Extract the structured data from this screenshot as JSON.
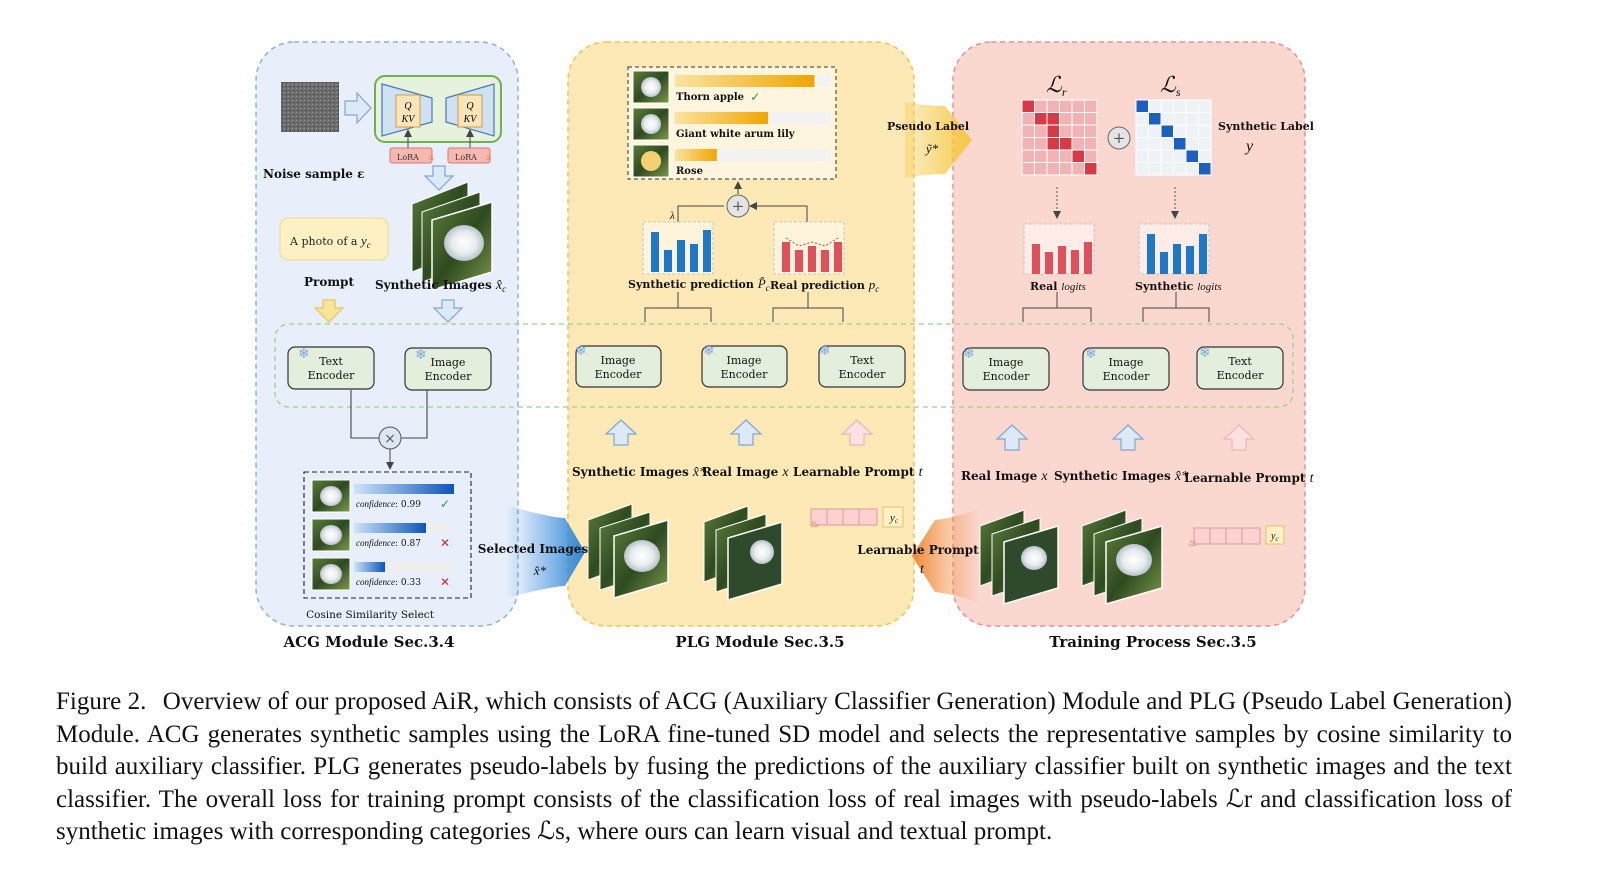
{
  "colors": {
    "acg_panel": "#e8effa",
    "acg_border": "#8fb0d8",
    "plg_panel": "#fde9b6",
    "plg_border": "#f0c44a",
    "train_panel": "#fad8cf",
    "train_border": "#e89090",
    "encoder_fill": "#e4eedd",
    "encoder_border": "#333333",
    "lora_green": "#8fc37a",
    "blue_arrow": "#2e86d8",
    "orange_arrow": "#f08a3a",
    "real_bar": "#e0505b",
    "syn_bar": "#1e78c8",
    "conf_bar": "#1060c0",
    "lr_matrix": "#d83a45",
    "ls_matrix": "#1c5fc0"
  },
  "acg": {
    "title": "ACG Module Sec.3.4",
    "noise_label": "Noise sample ε",
    "q_label": "Q",
    "kv_label": "KV",
    "lora_label": "LoRA",
    "prompt_box": "A photo of a",
    "prompt_var": "y",
    "prompt_sub": "c",
    "prompt_label": "Prompt",
    "synthetic_label": "Synthetic Images",
    "synthetic_var": "x̂",
    "synthetic_sub": "c",
    "text_encoder": [
      "Text",
      "Encoder"
    ],
    "image_encoder": [
      "Image",
      "Encoder"
    ],
    "confidence_rows": [
      {
        "label": "confidence",
        "value": "0.99",
        "mark": "✓",
        "fill": 1.0
      },
      {
        "label": "confidence",
        "value": "0.87",
        "mark": "✕",
        "fill": 0.72
      },
      {
        "label": "confidence",
        "value": "0.33",
        "mark": "✕",
        "fill": 0.31
      }
    ],
    "cosine_label": "Cosine Similarity Select",
    "selected_label": "Selected Images",
    "selected_var": "x̂*"
  },
  "plg": {
    "title": "PLG Module Sec.3.5",
    "classes": [
      {
        "name": "Thorn apple",
        "score": 0.9,
        "mark": "✓"
      },
      {
        "name": "Giant white arum lily",
        "score": 0.6,
        "mark": ""
      },
      {
        "name": "Rose",
        "score": 0.27,
        "mark": ""
      }
    ],
    "lambda": "λ",
    "syn_pred_label": "Synthetic prediction",
    "syn_pred_var": "P̂",
    "syn_pred_sub": "c",
    "real_pred_label": "Real prediction",
    "real_pred_var": "p",
    "real_pred_sub": "c",
    "pseudo_label": "Pseudo  Label",
    "pseudo_var": "ỹ*",
    "encoders": [
      [
        "Image",
        "Encoder"
      ],
      [
        "Image",
        "Encoder"
      ],
      [
        "Text",
        "Encoder"
      ]
    ],
    "inputs": [
      {
        "label": "Synthetic Images",
        "var": "x̂*"
      },
      {
        "label": "Real Image",
        "var": "x"
      },
      {
        "label": "Learnable Prompt",
        "var": "t"
      }
    ],
    "prompt_token": "y",
    "prompt_token_sub": "c",
    "learnable_label": "Learnable Prompt",
    "learnable_var": "t"
  },
  "train": {
    "title": "Training Process Sec.3.5",
    "lr_symbol": "ℒ",
    "lr_sub": "r",
    "ls_symbol": "ℒ",
    "ls_sub": "s",
    "synthetic_label": "Synthetic  Label",
    "synthetic_var": "y",
    "real_logits": "Real",
    "real_logits_it": "logits",
    "syn_logits": "Synthetic",
    "syn_logits_it": "logits",
    "encoders": [
      [
        "Image",
        "Encoder"
      ],
      [
        "Image",
        "Encoder"
      ],
      [
        "Text",
        "Encoder"
      ]
    ],
    "inputs": [
      {
        "label": "Real Image",
        "var": "x"
      },
      {
        "label": "Synthetic Images",
        "var": "x̂*"
      },
      {
        "label": "Learnable Prompt",
        "var": "t"
      }
    ],
    "prompt_token": "y",
    "prompt_token_sub": "c"
  },
  "caption": {
    "label": "Figure 2.",
    "text": "Overview of our proposed AiR, which consists of ACG (Auxiliary Classifier Generation) Module and PLG (Pseudo Label Generation) Module.  ACG generates synthetic samples using the LoRA fine-tuned SD model and selects the representative samples by cosine similarity to build auxiliary classifier.  PLG generates pseudo-labels by fusing the predictions of the auxiliary classifier built on synthetic images and the text classifier. The overall loss for training prompt consists of the classification loss of real images with pseudo-labels ℒr and classification loss of synthetic images with corresponding categories ℒs, where ours can learn visual and textual prompt."
  }
}
